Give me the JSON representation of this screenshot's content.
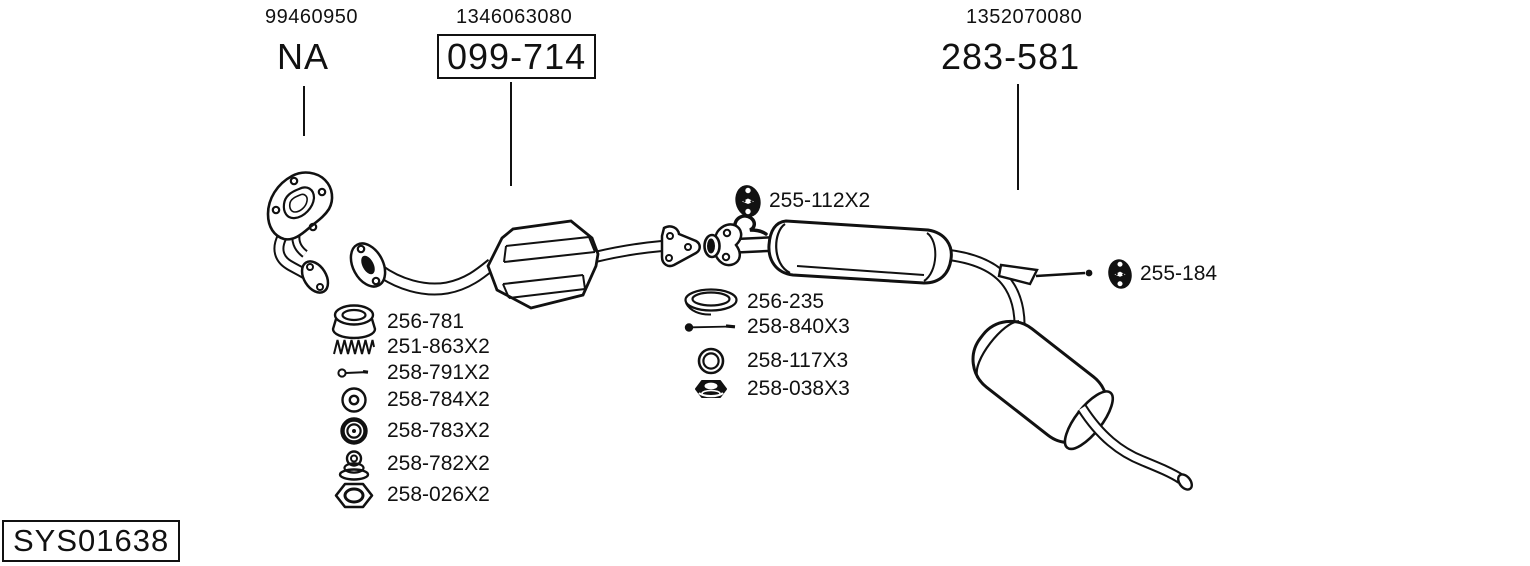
{
  "title_refs": [
    {
      "oem_code": "99460950",
      "part_code": "NA",
      "boxed": false
    },
    {
      "oem_code": "1346063080",
      "part_code": "099-714",
      "boxed": true
    },
    {
      "oem_code": "1352070080",
      "part_code": "283-581",
      "boxed": false
    }
  ],
  "hanger_callouts": [
    {
      "part_code": "255-112X2",
      "icon": "rubber-mount"
    },
    {
      "part_code": "255-184",
      "icon": "rubber-mount"
    }
  ],
  "front_fitting_parts": [
    {
      "part_code": "256-781",
      "icon": "flared-gasket"
    },
    {
      "part_code": "251-863X2",
      "icon": "spring"
    },
    {
      "part_code": "258-791X2",
      "icon": "bolt"
    },
    {
      "part_code": "258-784X2",
      "icon": "washer"
    },
    {
      "part_code": "258-783X2",
      "icon": "grommet"
    },
    {
      "part_code": "258-782X2",
      "icon": "mount-stack"
    },
    {
      "part_code": "258-026X2",
      "icon": "hex-nut"
    }
  ],
  "center_fitting_parts": [
    {
      "part_code": "256-235",
      "icon": "oval-gasket"
    },
    {
      "part_code": "258-840X3",
      "icon": "long-bolt"
    },
    {
      "part_code": "258-117X3",
      "icon": "sealing-ring"
    },
    {
      "part_code": "258-038X3",
      "icon": "flange-nut"
    }
  ],
  "footer": {
    "system_code": "SYS01638"
  },
  "colors": {
    "ink": "#111111",
    "background": "#ffffff"
  }
}
